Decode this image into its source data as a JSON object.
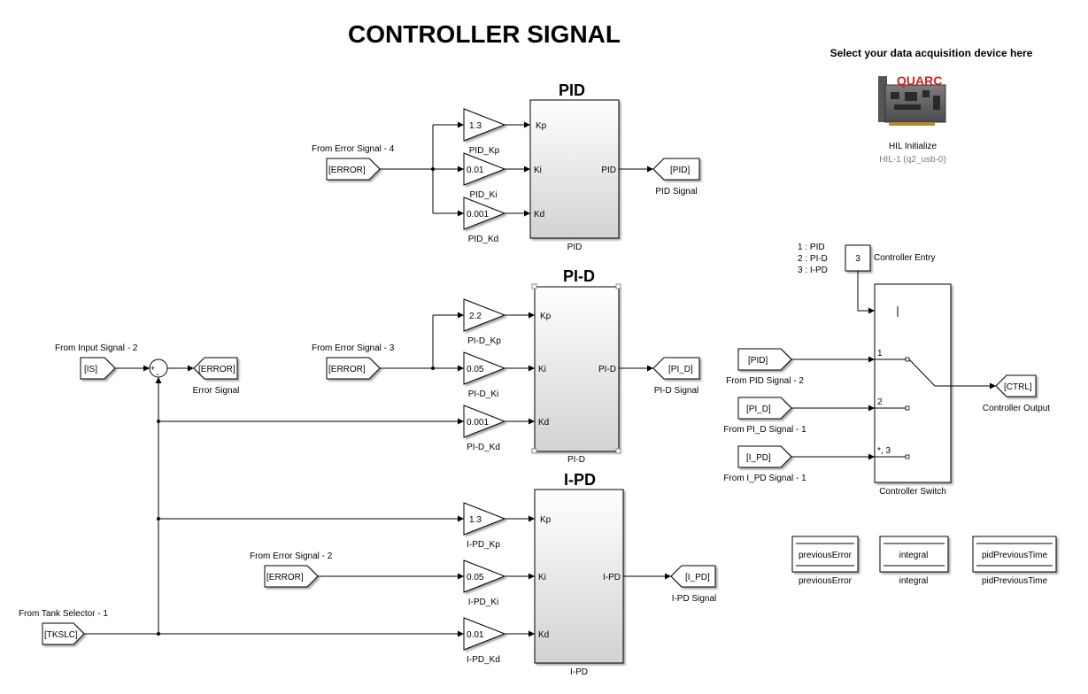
{
  "page_title": "CONTROLLER SIGNAL",
  "daq": {
    "select_text": "Select  your data acquisition device here",
    "logo_text": "QUARC",
    "block_name": "HIL Initialize",
    "block_detail": "HIL-1 (q2_usb-0)"
  },
  "subsystems": {
    "pid": {
      "heading": "PID",
      "name": "PID",
      "in1": "Kp",
      "in2": "Ki",
      "in3": "Kd",
      "out": "PID"
    },
    "pi_d": {
      "heading": "PI-D",
      "name": "PI-D",
      "in1": "Kp",
      "in2": "Ki",
      "in3": "Kd",
      "out": "PI-D"
    },
    "i_pd": {
      "heading": "I-PD",
      "name": "I-PD",
      "in1": "Kp",
      "in2": "Ki",
      "in3": "Kd",
      "out": "I-PD"
    }
  },
  "gains": {
    "pid_kp": {
      "value": "1.3",
      "name": "PID_Kp"
    },
    "pid_ki": {
      "value": "0.01",
      "name": "PID_Ki"
    },
    "pid_kd": {
      "value": "0.001",
      "name": "PID_Kd"
    },
    "pid2_kp": {
      "value": "2.2",
      "name": "PI-D_Kp"
    },
    "pid2_ki": {
      "value": "0.05",
      "name": "PI-D_Ki"
    },
    "pid2_kd": {
      "value": "0.001",
      "name": "PI-D_Kd"
    },
    "ipd_kp": {
      "value": "1.3",
      "name": "I-PD_Kp"
    },
    "ipd_ki": {
      "value": "0.05",
      "name": "I-PD_Ki"
    },
    "ipd_kd": {
      "value": "0.01",
      "name": "I-PD_Kd"
    }
  },
  "from_blocks": {
    "err4": {
      "tag": "[ERROR]",
      "name": "From Error Signal - 4"
    },
    "err3": {
      "tag": "[ERROR]",
      "name": "From Error Signal - 3"
    },
    "err2": {
      "tag": "[ERROR]",
      "name": "From Error Signal - 2"
    },
    "input2": {
      "tag": "[IS]",
      "name": "From Input Signal - 2"
    },
    "tank1": {
      "tag": "[TKSLC]",
      "name": "From Tank Selector - 1"
    },
    "pid2": {
      "tag": "[PID]",
      "name": "From PID Signal - 2"
    },
    "pi_d1": {
      "tag": "[PI_D]",
      "name": "From PI_D Signal - 1"
    },
    "i_pd1": {
      "tag": "[I_PD]",
      "name": "From I_PD Signal - 1"
    }
  },
  "goto_blocks": {
    "error": {
      "tag": "[ERROR]",
      "name": "Error Signal"
    },
    "pid": {
      "tag": "[PID]",
      "name": "PID Signal"
    },
    "pi_d": {
      "tag": "[PI_D]",
      "name": "PI-D Signal"
    },
    "i_pd": {
      "tag": "[I_PD]",
      "name": "I-PD Signal"
    },
    "ctrl": {
      "tag": "[CTRL]",
      "name": "Controller Output"
    }
  },
  "sum": {
    "plus": "+",
    "minus": "-"
  },
  "controller_entry": {
    "options": [
      "1 : PID",
      "2 : PI-D",
      "3 : I-PD"
    ],
    "value": "3",
    "name": "Controller Entry"
  },
  "switch": {
    "name": "Controller Switch",
    "port1": "1",
    "port2": "2",
    "port3": "*, 3"
  },
  "memory": [
    {
      "label": "previousError",
      "name": "previousError"
    },
    {
      "label": "integral",
      "name": "integral"
    },
    {
      "label": "pidPreviousTime",
      "name": "pidPreviousTime"
    }
  ]
}
